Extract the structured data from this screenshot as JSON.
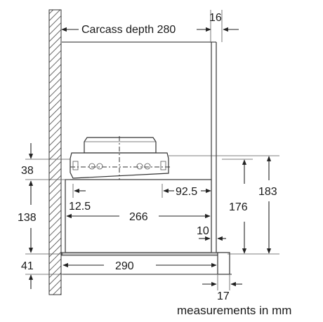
{
  "dimensions": {
    "carcass_depth": "Carcass depth 280",
    "front_offset": "16",
    "height_top": "38",
    "height_body": "138",
    "height_bottom": "41",
    "inset_left": "12.5",
    "outlet_offset": "92.5",
    "inner_width": "266",
    "panel_gap": "10",
    "total_depth": "290",
    "front_thickness": "17",
    "height_small": "176",
    "height_large": "183"
  },
  "footer": {
    "units_note": "measurements in mm"
  }
}
